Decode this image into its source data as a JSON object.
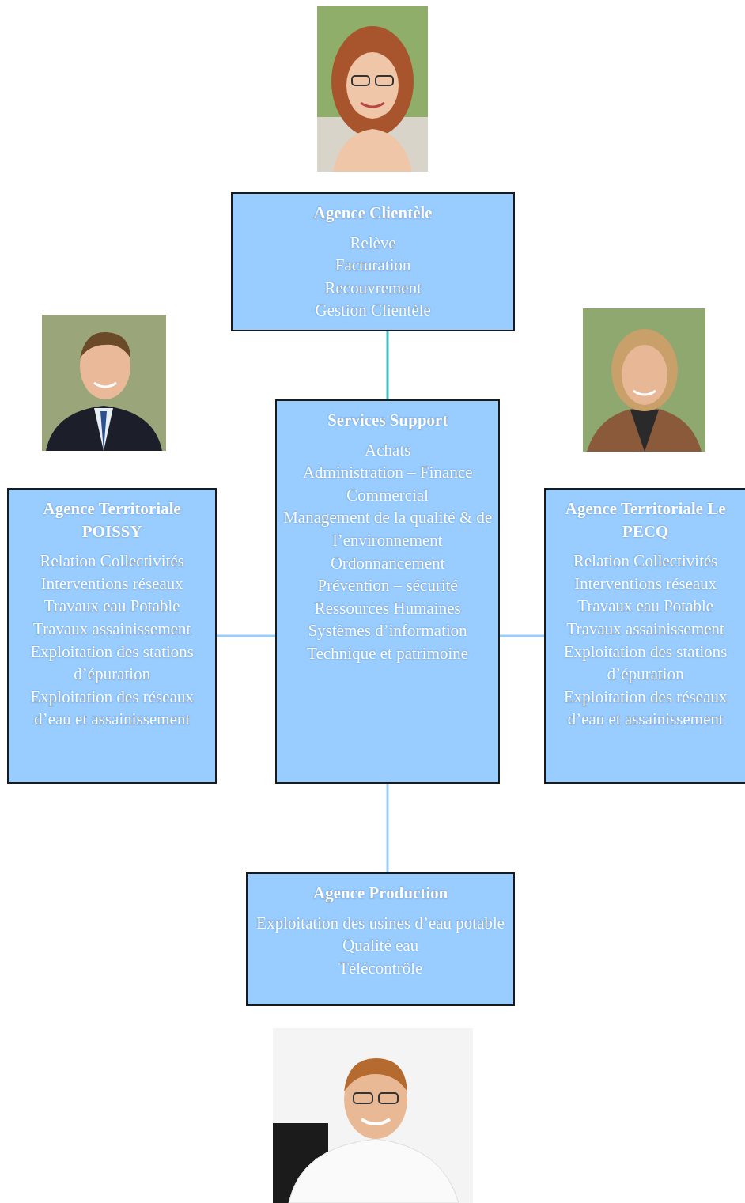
{
  "diagram": {
    "nodes": [
      {
        "text": [
          "Agence Clientèle",
          "Relève",
          "Facturation",
          "Recouvrement",
          "Gestion Clientèle"
        ]
      },
      {
        "text": [
          "Agence Territoriale POISSY",
          "Relation Collectivités",
          "Interventions réseaux",
          "Travaux eau Potable",
          "Travaux assainissement",
          "Exploitation des stations d’épuration",
          "Exploitation des réseaux d’eau et assainissement"
        ]
      },
      {
        "text": [
          "Services Support",
          "Achats",
          "Administration – Finance",
          "Commercial",
          "Management de la qualité & de l’environnement",
          "Ordonnancement",
          "Prévention – sécurité",
          "Ressources Humaines",
          "Systèmes d’information",
          "Technique et patrimoine"
        ]
      },
      {
        "text": [
          "Agence Territoriale Le PECQ",
          "Relation Collectivités",
          "Interventions réseaux",
          "Travaux eau Potable",
          "Travaux assainissement",
          "Exploitation des stations d’épuration",
          "Exploitation des réseaux d’eau et assainissement"
        ]
      },
      {
        "text": [
          "Agence Production",
          "Exploitation des usines d’eau potable",
          "Qualité eau",
          "Télécontrôle"
        ]
      }
    ],
    "edges": [
      {
        "from": 0,
        "to": 2,
        "arrow": "none"
      },
      {
        "from": 1,
        "to": 2,
        "arrow": "none"
      },
      {
        "from": 2,
        "to": 3,
        "arrow": "none"
      },
      {
        "from": 2,
        "to": 4,
        "arrow": "none"
      }
    ]
  }
}
